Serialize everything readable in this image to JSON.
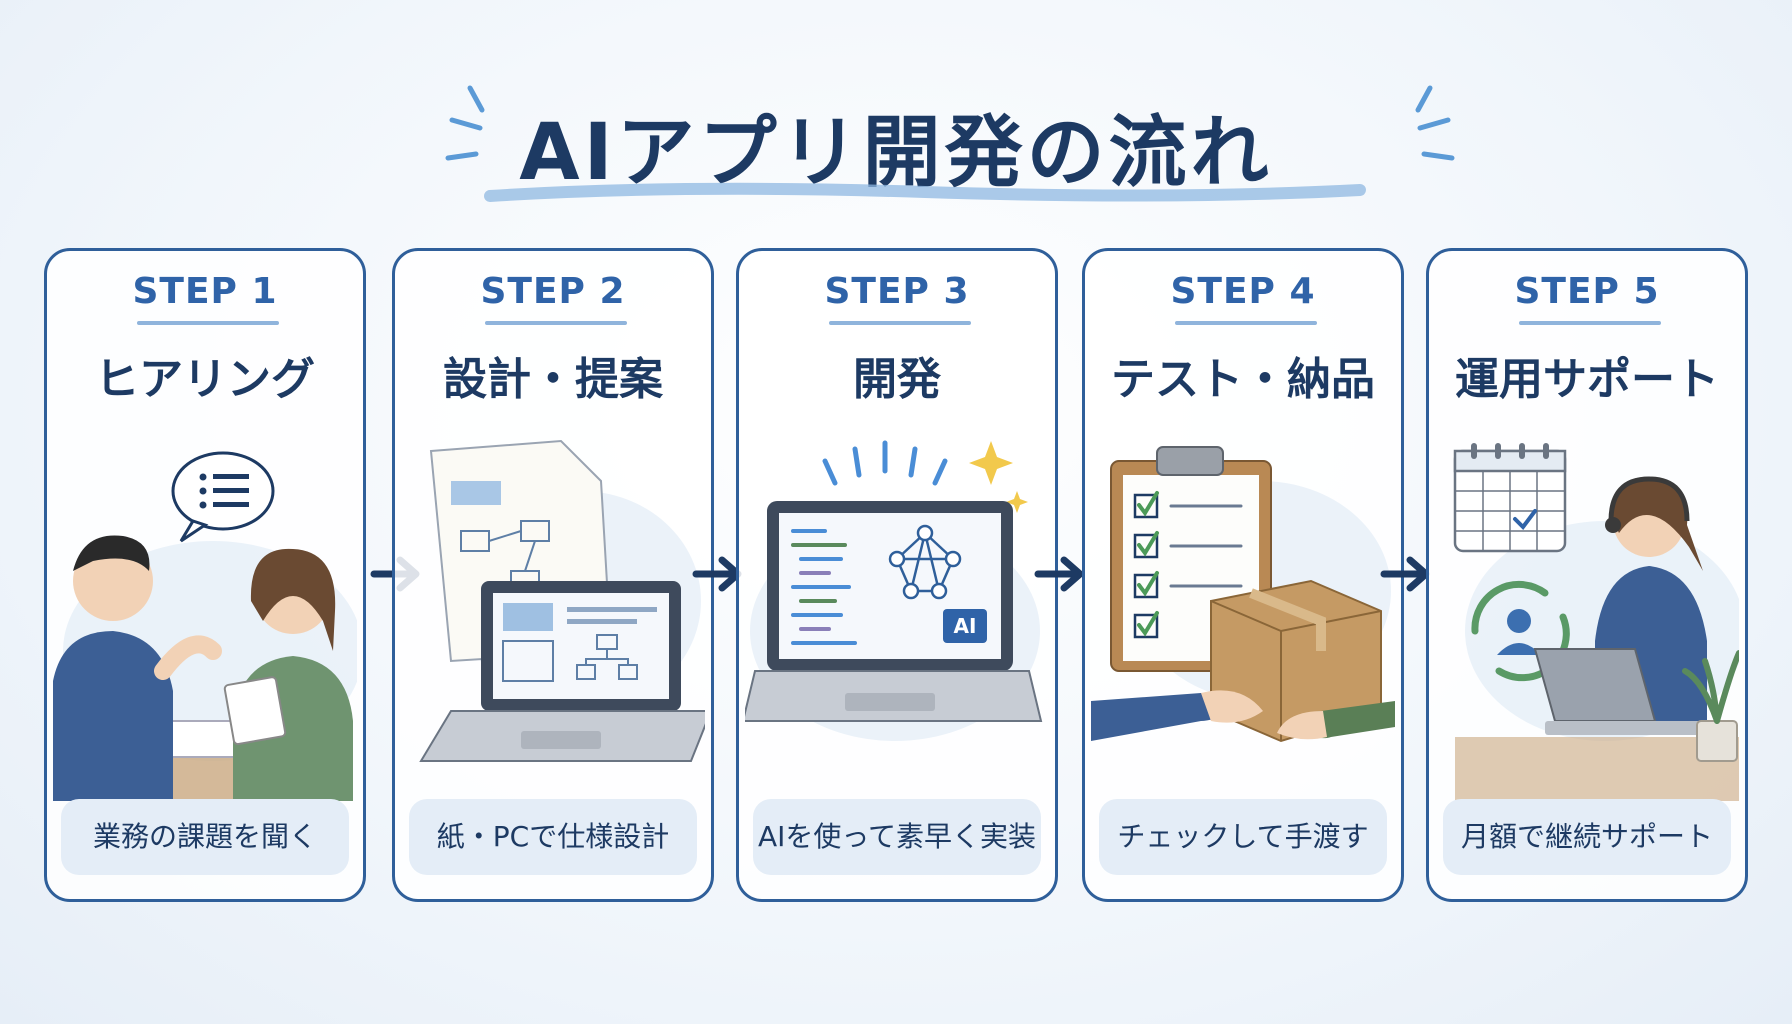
{
  "title": "AIアプリ開発の流れ",
  "colors": {
    "navy": "#1d3a63",
    "blue": "#2f63a8",
    "border": "#2f5f9a",
    "caption_bg": "#e4edf7",
    "green": "#5a8a5c",
    "kraft": "#c59a64"
  },
  "steps": [
    {
      "label": "STEP 1",
      "heading": "ヒアリング",
      "caption": "業務の課題を聞く",
      "icon": "hearing-meeting-icon"
    },
    {
      "label": "STEP 2",
      "heading": "設計・提案",
      "caption": "紙・PCで仕様設計",
      "icon": "design-document-laptop-icon"
    },
    {
      "label": "STEP 3",
      "heading": "開発",
      "caption": "AIを使って素早く実装",
      "icon": "ai-laptop-icon",
      "badge": "AI"
    },
    {
      "label": "STEP 4",
      "heading": "テスト・納品",
      "caption": "チェックして手渡す",
      "icon": "checklist-package-icon"
    },
    {
      "label": "STEP 5",
      "heading": "運用サポート",
      "caption": "月額で継続サポート",
      "icon": "calendar-support-icon"
    }
  ],
  "arrows": [
    "arrow-right-icon",
    "arrow-right-icon",
    "arrow-right-icon",
    "arrow-right-icon"
  ]
}
